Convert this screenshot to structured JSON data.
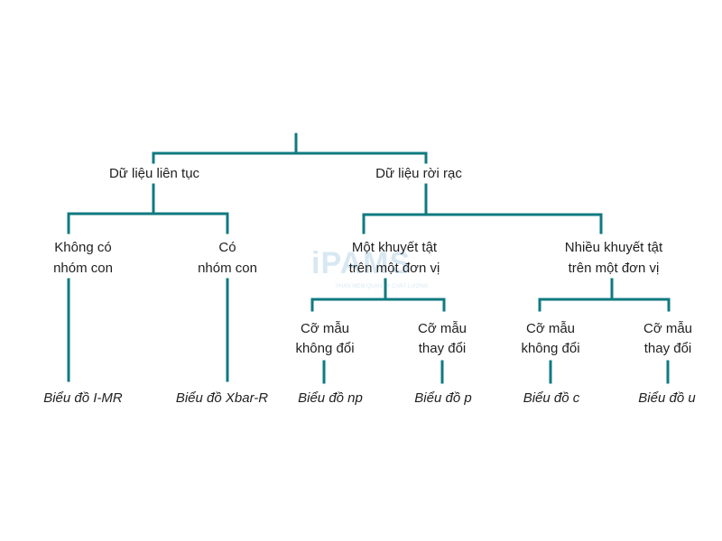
{
  "tree": {
    "left_branch": {
      "label": "Dữ liệu liên tục",
      "children": [
        {
          "label_lines": [
            "Không có",
            "nhóm con"
          ],
          "chart": "Biểu đồ I-MR"
        },
        {
          "label_lines": [
            "Có",
            "nhóm con"
          ],
          "chart": "Biểu đồ Xbar-R"
        }
      ]
    },
    "right_branch": {
      "label": "Dữ liệu rời rạc",
      "children": [
        {
          "label_lines": [
            "Một khuyết tật",
            "trên một đơn vị"
          ],
          "children": [
            {
              "label_lines": [
                "Cỡ mẫu",
                "không đổi"
              ],
              "chart": "Biểu đồ np"
            },
            {
              "label_lines": [
                "Cỡ mẫu",
                "thay đổi"
              ],
              "chart": "Biểu đồ p"
            }
          ]
        },
        {
          "label_lines": [
            "Nhiều khuyết tật",
            "trên một đơn vị"
          ],
          "children": [
            {
              "label_lines": [
                "Cỡ mẫu",
                "không đổi"
              ],
              "chart": "Biểu đồ c"
            },
            {
              "label_lines": [
                "Cỡ mẫu",
                "thay đổi"
              ],
              "chart": "Biểu đồ u"
            }
          ]
        }
      ]
    }
  },
  "watermark": {
    "logo_text": "iPAMS",
    "tagline": "PHẦN MỀM QUẢN LÝ CHẤT LƯỢNG"
  },
  "colors": {
    "connector": "#0f7a80",
    "text": "#1f1f1f",
    "watermark": "#b9d6e8"
  }
}
